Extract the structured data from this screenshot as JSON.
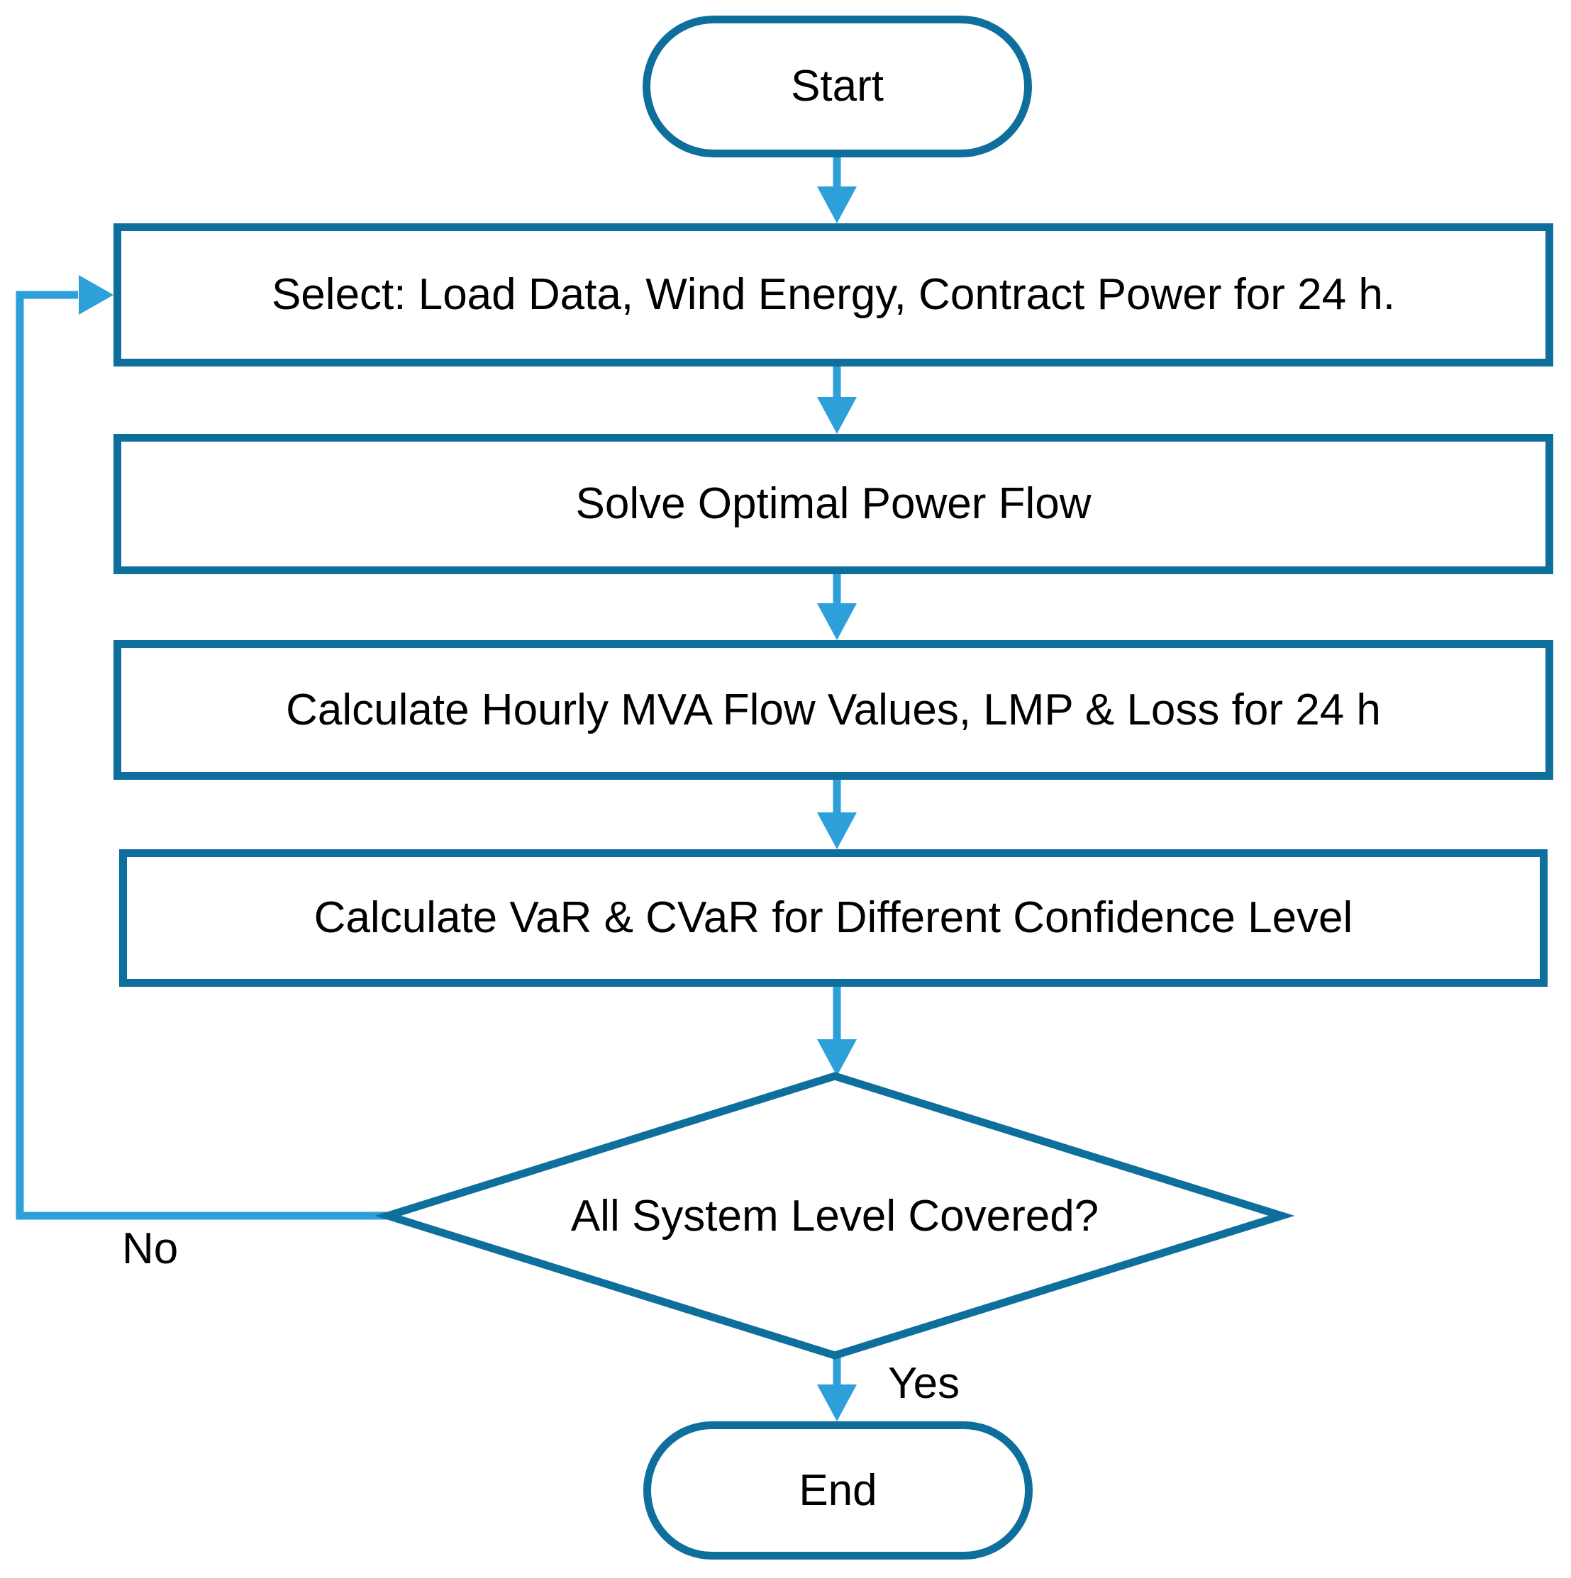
{
  "diagram": {
    "type": "flowchart",
    "colors": {
      "shape_border": "#0e6f9d",
      "arrow": "#2d9fd9",
      "text": "#000000",
      "background": "#ffffff"
    },
    "nodes": {
      "start": {
        "shape": "terminator",
        "label": "Start"
      },
      "select": {
        "shape": "process",
        "label": "Select: Load Data, Wind Energy, Contract Power for 24 h."
      },
      "solve": {
        "shape": "process",
        "label": "Solve Optimal Power Flow"
      },
      "calc_flow": {
        "shape": "process",
        "label": "Calculate Hourly MVA Flow Values, LMP & Loss for 24 h"
      },
      "calc_var": {
        "shape": "process",
        "label": "Calculate VaR & CVaR for Different Confidence Level"
      },
      "decision": {
        "shape": "decision",
        "label": "All System Level Covered?"
      },
      "end": {
        "shape": "terminator",
        "label": "End"
      }
    },
    "edges": {
      "yes": {
        "label": "Yes"
      },
      "no": {
        "label": "No"
      }
    }
  }
}
